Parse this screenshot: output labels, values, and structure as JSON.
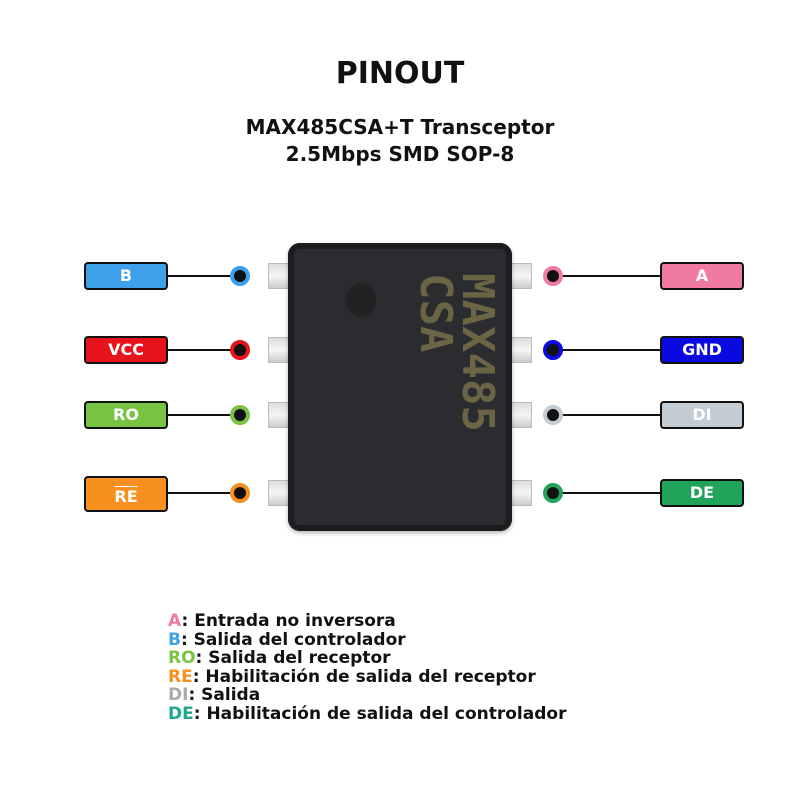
{
  "title": "PINOUT",
  "subtitle": [
    "MAX485CSA+T Transceptor",
    "2.5Mbps SMD SOP-8"
  ],
  "chip": {
    "marking": "MAX485\nCSA"
  },
  "pins_left": [
    {
      "label": "B",
      "color": "#3da0e8"
    },
    {
      "label": "VCC",
      "color": "#e8141c"
    },
    {
      "label": "RO",
      "color": "#76c442"
    },
    {
      "label": "RE",
      "color": "#f7901e",
      "overbar": true
    }
  ],
  "pins_right": [
    {
      "label": "A",
      "color": "#f07aa0"
    },
    {
      "label": "GND",
      "color": "#0a0ae0"
    },
    {
      "label": "DI",
      "color": "#c2ccd2"
    },
    {
      "label": "DE",
      "color": "#21a35a"
    }
  ],
  "legend": [
    {
      "key": "A",
      "desc": ": Entrada no inversora",
      "color": "#f07aa0"
    },
    {
      "key": "B",
      "desc": ": Salida del controlador",
      "color": "#3da0e8"
    },
    {
      "key": "RO",
      "desc": ": Salida del receptor",
      "color": "#76c442"
    },
    {
      "key": "RE",
      "desc": ": Habilitación de salida del receptor",
      "color": "#f7901e"
    },
    {
      "key": "DI",
      "desc": ": Salida",
      "color": "#aaaaaa"
    },
    {
      "key": "DE",
      "desc": ": Habilitación de salida del controlador",
      "color": "#1fa88a"
    }
  ]
}
